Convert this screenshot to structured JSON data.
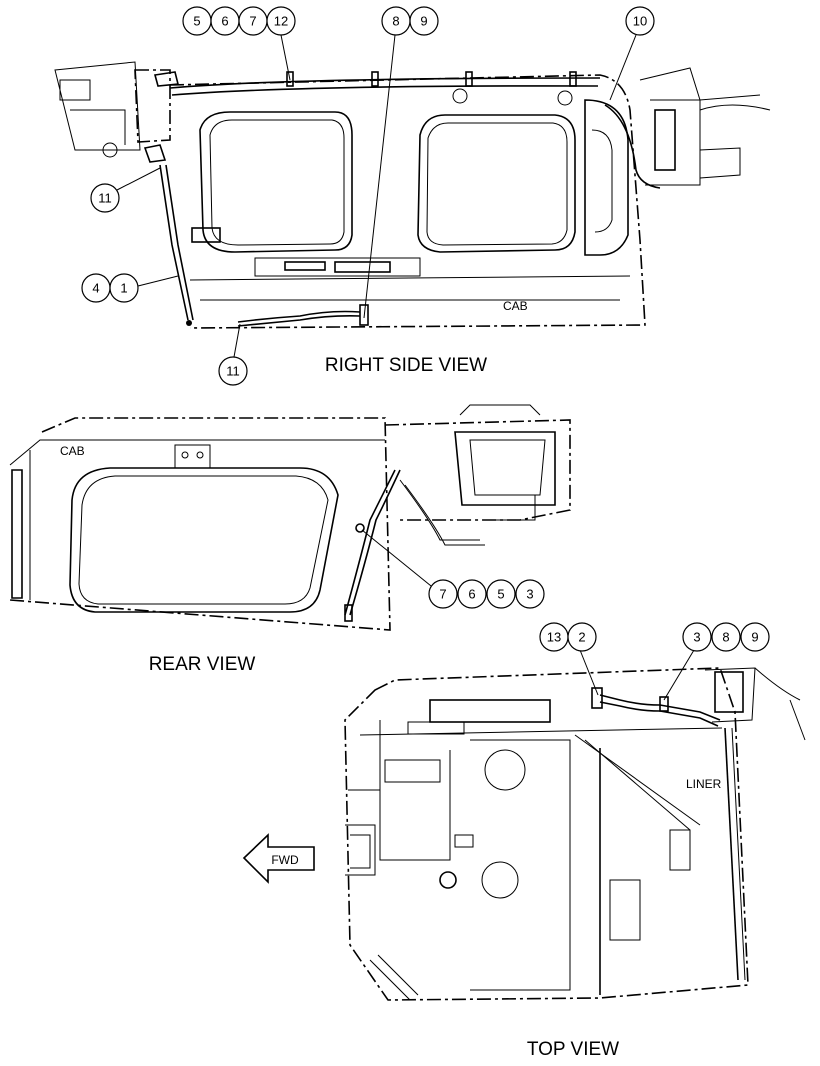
{
  "views": {
    "right_side": {
      "title": "RIGHT SIDE VIEW",
      "cab_label": "CAB"
    },
    "rear": {
      "title": "REAR VIEW",
      "cab_label": "CAB"
    },
    "top": {
      "title": "TOP VIEW",
      "liner_label": "LINER",
      "fwd_label": "FWD"
    }
  },
  "callouts": {
    "rs_top_group": [
      "5",
      "6",
      "7",
      "12"
    ],
    "rs_top_mid": [
      "8",
      "9"
    ],
    "rs_top_right": [
      "10"
    ],
    "rs_left_upper": [
      "11"
    ],
    "rs_left_lower": [
      "4",
      "1"
    ],
    "rs_bottom": [
      "11"
    ],
    "rear_group": [
      "7",
      "6",
      "5",
      "3"
    ],
    "top_left_group": [
      "13",
      "2"
    ],
    "top_right_group": [
      "3",
      "8",
      "9"
    ]
  }
}
